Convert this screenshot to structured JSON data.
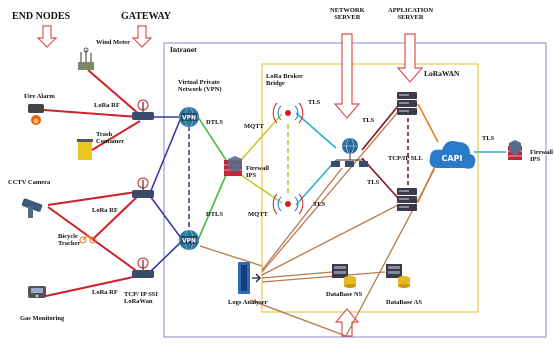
{
  "headers": {
    "end_nodes": "END NODES",
    "gateway": "GATEWAY",
    "network_server": "NETWORK\nSERVER",
    "application_server": "APPLICATION\nSERVER"
  },
  "regions": {
    "intranet": "Intranet",
    "lorawan": "LoRaWAN"
  },
  "end_nodes": {
    "wind_meter": "Wind Meter",
    "fire_alarm": "Fire Alarm",
    "trash_container": "Trash\nContainer",
    "cctv_camera": "CCTV Camera",
    "bicycle_tracker": "Bicycle\nTracker",
    "gas_monitoring": "Gas Monitoring"
  },
  "components": {
    "vpn": "Virtual Private\nNetwork (VPN)",
    "lora_broker_bridge": "LoRa Broker\nBridge",
    "firewall_ips_center": "Firewall\nIPS",
    "firewall_ips_right": "Firewall\nIPS",
    "logs_analyser": "Logs Analyser",
    "database_ns": "DataBase NS",
    "database_as": "DataBase AS",
    "gateway_protocol": "TCP/ IP SSI\nLoRaWan",
    "vpn_glyph": "VPN",
    "capi_glyph": "CAPI"
  },
  "links": {
    "lora_rf_1": "LoRa RF",
    "lora_rf_2": "LoRa RF",
    "lora_rf_3": "LoRa RF",
    "dtls_1": "DTLS",
    "dtls_2": "DTLS",
    "mqtt_1": "MQTT",
    "mqtt_2": "MQTT",
    "tls_1": "TLS",
    "tls_2": "TLS",
    "tls_3": "TLS",
    "tls_4": "TLS",
    "tls_5": "TLS",
    "tcp_ip_sll": "TCP/IP SLL"
  },
  "colors": {
    "rf_link": "#d0202a",
    "vpn_link": "#3a3aa8",
    "dtls_link": "#4cb848",
    "mqtt_link": "#c8c830",
    "tls_link": "#2ab0c8",
    "server_link": "#8a1020",
    "app_link": "#e88020",
    "log_link": "#b87850",
    "intranet_border": "#8a8ac8",
    "lorawan_border": "#e6c84a",
    "arrow_outline": "#e05050",
    "firewall": "#c0283a",
    "server_dark": "#3a3a4a",
    "cloud_blue": "#2a7ac8",
    "database": "#e8b820"
  }
}
